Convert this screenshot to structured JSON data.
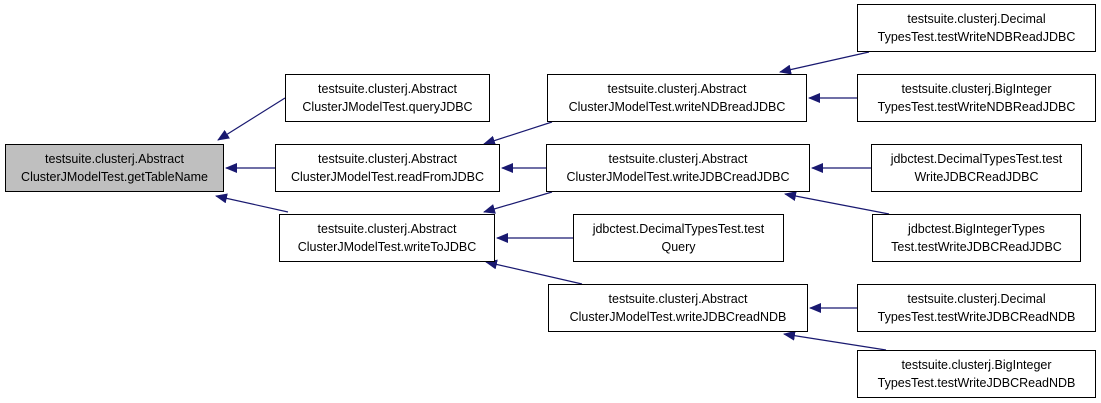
{
  "colors": {
    "edge": "#191970",
    "node_border": "#000000",
    "node_fill": "#ffffff",
    "root_fill": "#bfbfbf"
  },
  "nodes": {
    "root": {
      "line1": "testsuite.clusterj.Abstract",
      "line2": "ClusterJModelTest.getTableName"
    },
    "queryJDBC": {
      "line1": "testsuite.clusterj.Abstract",
      "line2": "ClusterJModelTest.queryJDBC"
    },
    "readFromJDBC": {
      "line1": "testsuite.clusterj.Abstract",
      "line2": "ClusterJModelTest.readFromJDBC"
    },
    "writeToJDBC": {
      "line1": "testsuite.clusterj.Abstract",
      "line2": "ClusterJModelTest.writeToJDBC"
    },
    "writeNDBreadJDBC": {
      "line1": "testsuite.clusterj.Abstract",
      "line2": "ClusterJModelTest.writeNDBreadJDBC"
    },
    "writeJDBCreadJDBC": {
      "line1": "testsuite.clusterj.Abstract",
      "line2": "ClusterJModelTest.writeJDBCreadJDBC"
    },
    "decimalTestQuery": {
      "line1": "jdbctest.DecimalTypesTest.test",
      "line2": "Query"
    },
    "writeJDBCreadNDB": {
      "line1": "testsuite.clusterj.Abstract",
      "line2": "ClusterJModelTest.writeJDBCreadNDB"
    },
    "decimalWriteNDBReadJDBC": {
      "line1": "testsuite.clusterj.Decimal",
      "line2": "TypesTest.testWriteNDBReadJDBC"
    },
    "bigintWriteNDBReadJDBC": {
      "line1": "testsuite.clusterj.BigInteger",
      "line2": "TypesTest.testWriteNDBReadJDBC"
    },
    "jdbcDecimalWriteJDBCReadJDBC": {
      "line1": "jdbctest.DecimalTypesTest.test",
      "line2": "WriteJDBCReadJDBC"
    },
    "jdbcBigintWriteJDBCReadJDBC": {
      "line1": "jdbctest.BigIntegerTypes",
      "line2": "Test.testWriteJDBCReadJDBC"
    },
    "decimalWriteJDBCReadNDB": {
      "line1": "testsuite.clusterj.Decimal",
      "line2": "TypesTest.testWriteJDBCReadNDB"
    },
    "bigintWriteJDBCReadNDB": {
      "line1": "testsuite.clusterj.BigInteger",
      "line2": "TypesTest.testWriteJDBCReadNDB"
    }
  }
}
